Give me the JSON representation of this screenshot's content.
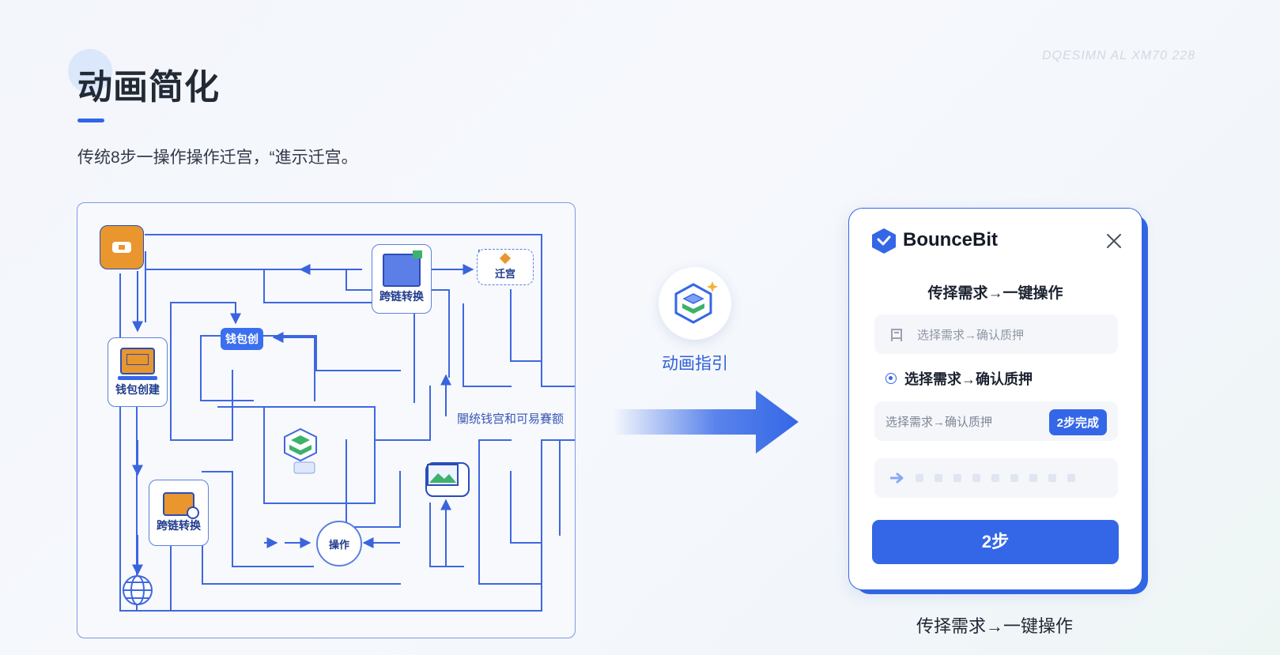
{
  "page": {
    "title": "动画简化",
    "subtitle": "传统8步一操作操作迁宫，“進示迁宫。",
    "watermark": "DQESIMN AL XM70 228"
  },
  "maze": {
    "nodes": {
      "bridge_top": "跨链转换",
      "maze_top": "迁宫",
      "wallet_create": "钱包创建",
      "wallet_chip": "钱包创",
      "bridge_bottom": "跨链转换",
      "operate": "操作"
    },
    "caption": "闃统钱宫和可易賽额"
  },
  "animation": {
    "label": "动画指引"
  },
  "dialog": {
    "brand": "BounceBit",
    "heading": "传择需求→一键操作",
    "field1_text": "选择需求→确认质押",
    "radio_label": "选择需求→确认质押",
    "field2_text": "选择需求→确认质押",
    "badge": "2步完成",
    "primary_button": "2步",
    "progress_steps": 9
  },
  "bottom_caption": "传择需求→一键操作",
  "colors": {
    "accent": "#3467e7",
    "maze_line": "#3f68df",
    "orange": "#e8962d",
    "green": "#3cb26b"
  }
}
